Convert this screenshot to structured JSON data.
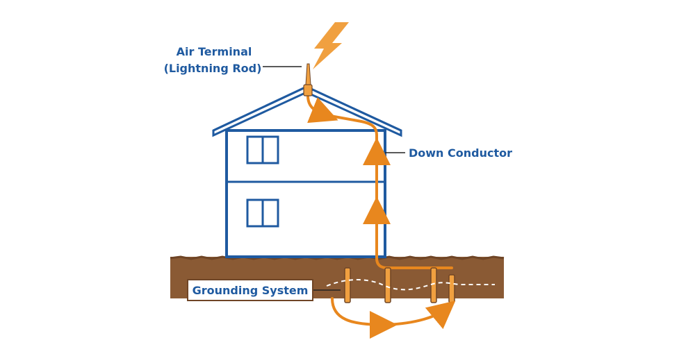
{
  "labels": {
    "air_terminal_line1": "Air Terminal",
    "air_terminal_line2": "(Lightning Rod)",
    "down_conductor": "Down Conductor",
    "grounding_system": "Grounding System"
  },
  "colors": {
    "house_outline": "#1f5aa0",
    "label_text": "#1f5aa0",
    "conductor": "#e8871e",
    "soil": "#8a5a34",
    "soil_dark": "#6f4526",
    "rod_fill": "#f0a040",
    "label_box_border": "#6f4526",
    "pointer_line": "#222222"
  }
}
